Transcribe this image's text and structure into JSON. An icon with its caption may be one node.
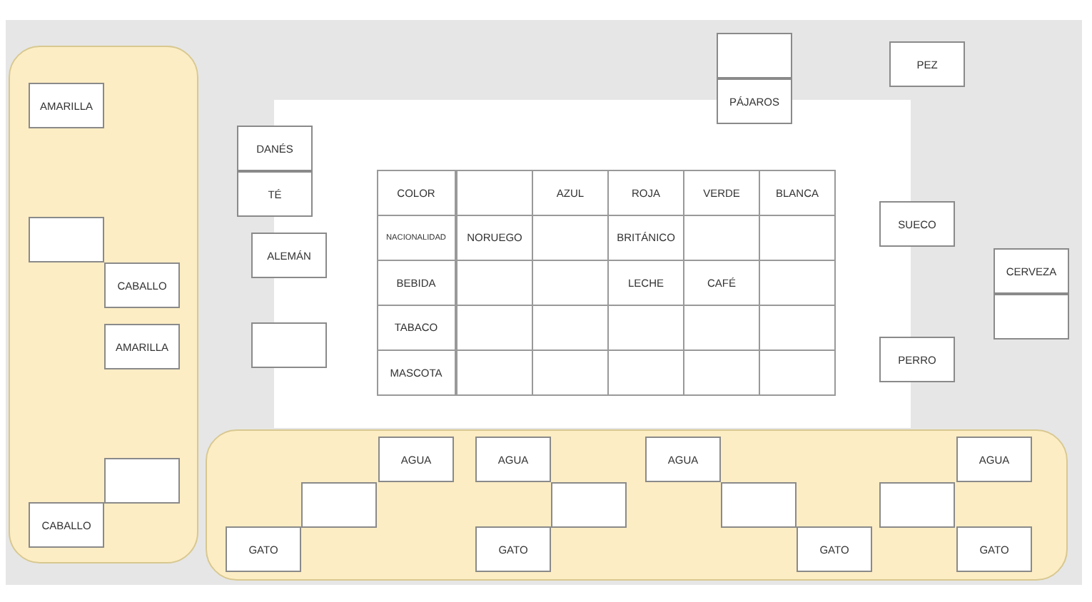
{
  "diagram": {
    "nodes": [
      {
        "text": [],
        "shape": "box"
      },
      {
        "text": [
          "AMARILLA"
        ],
        "in": 0
      },
      {
        "text": [],
        "shape": "box",
        "in": 0
      },
      {
        "text": [
          "CABALLO"
        ],
        "in": 0
      },
      {
        "text": [
          "AMARILLA"
        ],
        "in": 0
      },
      {
        "text": [],
        "shape": "box",
        "in": 0
      },
      {
        "text": [
          "CABALLO"
        ],
        "in": 0
      },
      {
        "text": [],
        "shape": "box"
      },
      {
        "text": [
          "PÁJAROS"
        ]
      },
      {
        "text": [
          "PEZ"
        ]
      },
      {
        "text": [
          "DANÉS"
        ]
      },
      {
        "text": [
          "TÉ"
        ]
      },
      {
        "text": [
          "ALEMÁN"
        ]
      },
      {
        "text": [],
        "shape": "box"
      },
      {
        "text": [
          "SUECO"
        ]
      },
      {
        "text": [
          "CERVEZA"
        ]
      },
      {
        "text": [],
        "shape": "box"
      },
      {
        "text": [
          "PERRO"
        ]
      },
      {
        "text": [],
        "shape": "box"
      },
      {
        "text": [
          "AGUA"
        ],
        "in": 18
      },
      {
        "text": [],
        "shape": "box",
        "in": 18
      },
      {
        "text": [
          "GATO"
        ],
        "in": 18
      },
      {
        "text": [
          "AGUA"
        ],
        "in": 18
      },
      {
        "text": [],
        "shape": "box",
        "in": 18
      },
      {
        "text": [
          "GATO"
        ],
        "in": 18
      },
      {
        "text": [
          "AGUA"
        ],
        "in": 18
      },
      {
        "text": [],
        "shape": "box",
        "in": 18
      },
      {
        "text": [
          "GATO"
        ],
        "in": 18
      },
      {
        "text": [
          "AGUA"
        ],
        "in": 18
      },
      {
        "text": [],
        "shape": "box",
        "in": 18
      },
      {
        "text": [
          "GATO"
        ],
        "in": 18
      }
    ],
    "labels": [
      "COLOR",
      "AZUL",
      "ROJA",
      "VERDE",
      "BLANCA",
      "NACIONALIDAD",
      "NORUEGO",
      "BRITÁNICO",
      "BEBIDA",
      "LECHE",
      "CAFÉ",
      "TABACO",
      "MASCOTA"
    ]
  }
}
